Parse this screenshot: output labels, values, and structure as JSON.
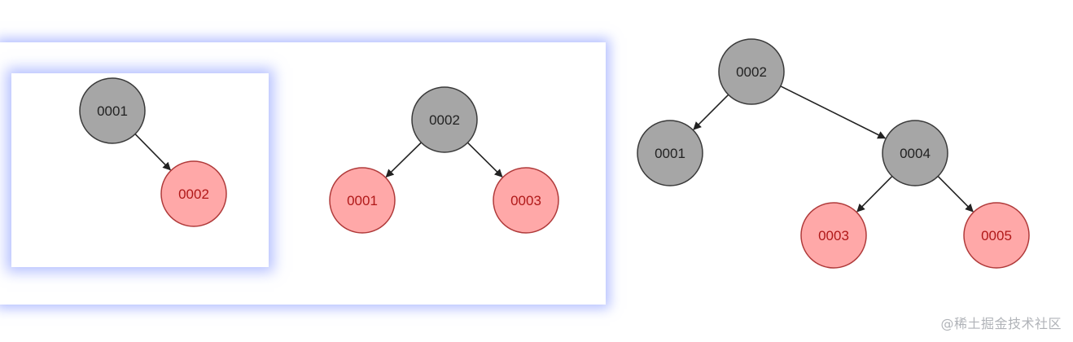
{
  "colors": {
    "black_node_fill": "#a6a6a6",
    "black_node_stroke": "#3a3a3a",
    "black_node_text": "#222222",
    "red_node_fill": "#ffa8a8",
    "red_node_stroke": "#b03a3a",
    "red_node_text": "#b01818",
    "edge": "#222222",
    "panel_glow": "#788cff"
  },
  "trees": [
    {
      "id": "tree-1",
      "nodes": [
        {
          "id": "t1-n1",
          "label": "0001",
          "color": "black"
        },
        {
          "id": "t1-n2",
          "label": "0002",
          "color": "red"
        }
      ],
      "edges": [
        [
          "t1-n1",
          "t1-n2"
        ]
      ]
    },
    {
      "id": "tree-2",
      "nodes": [
        {
          "id": "t2-n2",
          "label": "0002",
          "color": "black"
        },
        {
          "id": "t2-n1",
          "label": "0001",
          "color": "red"
        },
        {
          "id": "t2-n3",
          "label": "0003",
          "color": "red"
        }
      ],
      "edges": [
        [
          "t2-n2",
          "t2-n1"
        ],
        [
          "t2-n2",
          "t2-n3"
        ]
      ]
    },
    {
      "id": "tree-3",
      "nodes": [
        {
          "id": "t3-n2",
          "label": "0002",
          "color": "black"
        },
        {
          "id": "t3-n1",
          "label": "0001",
          "color": "black"
        },
        {
          "id": "t3-n4",
          "label": "0004",
          "color": "black"
        },
        {
          "id": "t3-n3",
          "label": "0003",
          "color": "red"
        },
        {
          "id": "t3-n5",
          "label": "0005",
          "color": "red"
        }
      ],
      "edges": [
        [
          "t3-n2",
          "t3-n1"
        ],
        [
          "t3-n2",
          "t3-n4"
        ],
        [
          "t3-n4",
          "t3-n3"
        ],
        [
          "t3-n4",
          "t3-n5"
        ]
      ]
    }
  ],
  "watermark": {
    "text": "@稀土掘金技术社区"
  }
}
